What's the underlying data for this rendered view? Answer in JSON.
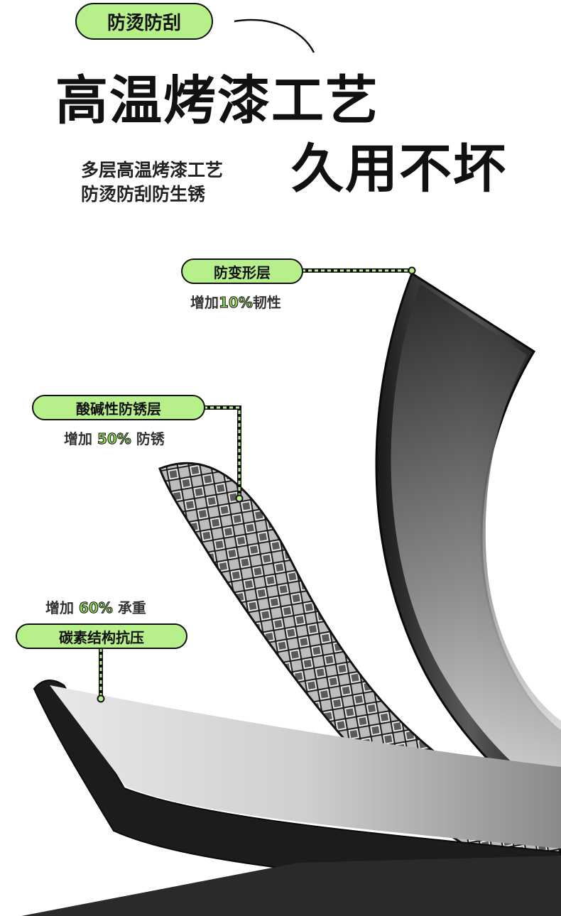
{
  "badge": "防烫防刮",
  "headline": "高温烤漆工艺",
  "subheadline": "久用不坏",
  "description": {
    "line1": "多层高温烤漆工艺",
    "line2": "防烫防刮防生锈"
  },
  "layers": [
    {
      "label": "防变形层",
      "stat_prefix": "增加",
      "stat_value": "10%",
      "stat_suffix": "韧性"
    },
    {
      "label": "酸碱性防锈层",
      "stat_prefix": "增加",
      "stat_value": "50%",
      "stat_suffix": "防锈"
    },
    {
      "label": "碳素结构抗压",
      "stat_prefix": "增加",
      "stat_value": "60%",
      "stat_suffix": "承重"
    }
  ],
  "colors": {
    "accent": "#b7ef8a",
    "highlight": "#8fd655",
    "ink": "#111111"
  }
}
